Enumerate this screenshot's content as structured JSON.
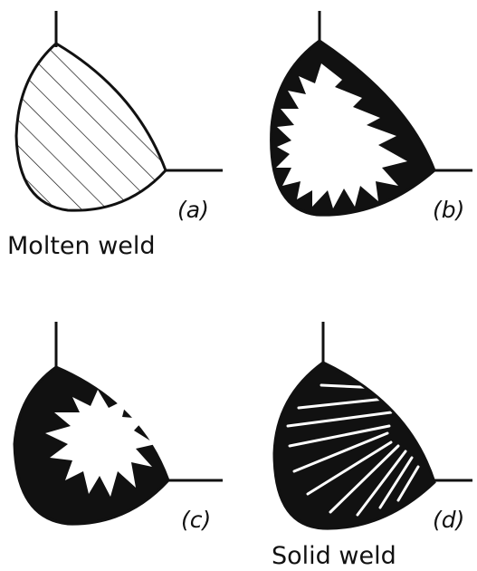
{
  "panels": [
    {
      "id": "a",
      "label": "(a)",
      "state": "fully molten, hatched"
    },
    {
      "id": "b",
      "label": "(b)",
      "state": "solidification starting at fusion boundary"
    },
    {
      "id": "c",
      "label": "(c)",
      "state": "solidification advancing inward"
    },
    {
      "id": "d",
      "label": "(d)",
      "state": "fully solidified, columnar grain lines"
    }
  ],
  "captions": {
    "molten": "Molten weld",
    "solid": "Solid weld"
  },
  "colors": {
    "ink": "#111111",
    "paper": "#ffffff"
  }
}
